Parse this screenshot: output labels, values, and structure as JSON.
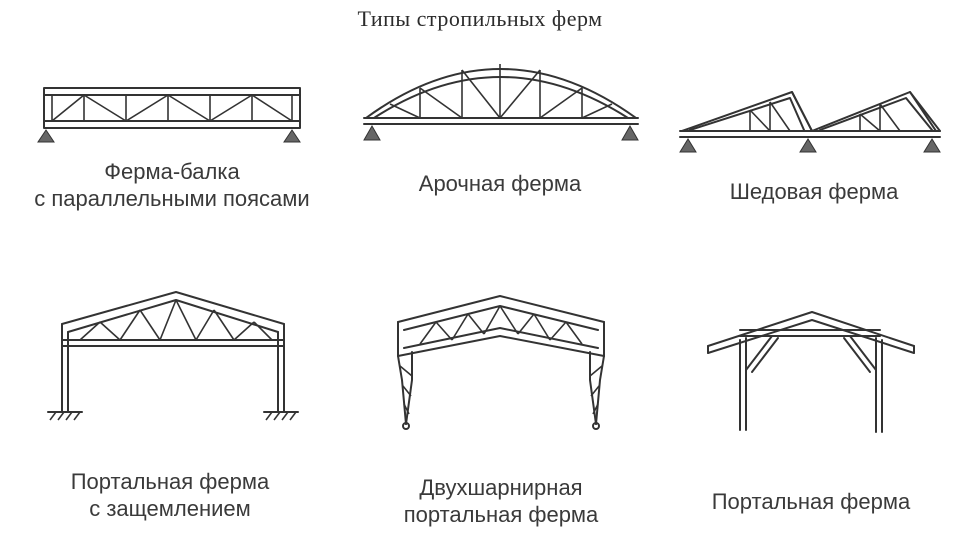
{
  "title": "Типы стропильных ферм",
  "trusses": [
    {
      "lines": [
        "Ферма-балка",
        "с параллельными поясами"
      ]
    },
    {
      "lines": [
        "Арочная ферма"
      ]
    },
    {
      "lines": [
        "Шедовая ферма"
      ]
    },
    {
      "lines": [
        "Портальная ферма",
        "с защемлением"
      ]
    },
    {
      "lines": [
        "Двухшарнирная",
        "портальная ферма"
      ]
    },
    {
      "lines": [
        "Портальная ферма"
      ]
    }
  ],
  "colors": {
    "line": "#333333",
    "support": "#666666",
    "text": "#3a3a3a"
  }
}
